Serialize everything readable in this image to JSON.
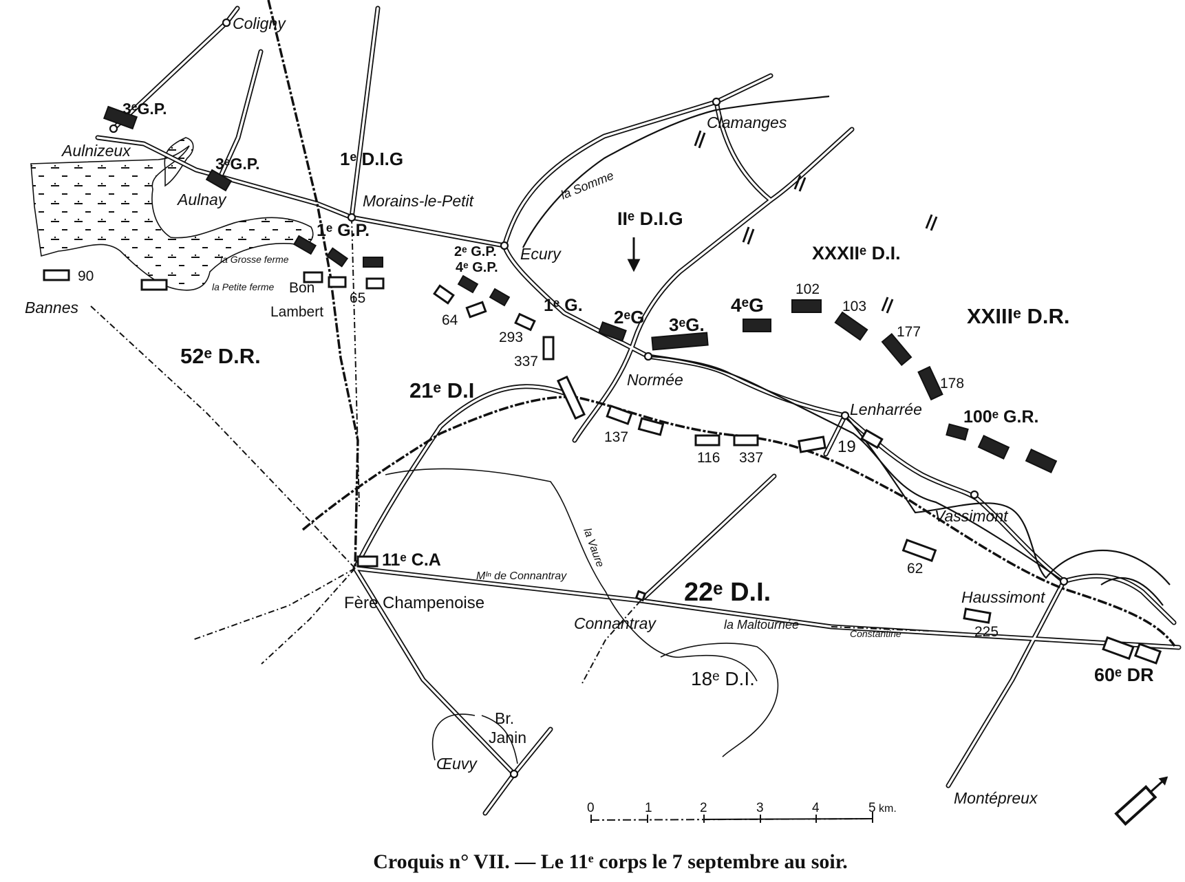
{
  "caption": "Croquis n° VII. — Le 11ᵉ corps le 7 septembre au soir.",
  "places": {
    "coligny": "Coligny",
    "aulnizeux": "Aulnizeux",
    "aulnay": "Aulnay",
    "morains": "Morains-le-Petit",
    "grosse_ferme": "la Grosse ferme",
    "petite_ferme": "la Petite ferme",
    "bon_lambert": "Bon",
    "lambert": "Lambert",
    "bannes": "Bannes",
    "ecury": "Ecury",
    "la_somme": "la Somme",
    "clamanges": "Clamanges",
    "normee": "Normée",
    "lenharree": "Lenharrée",
    "vassimont": "Vassimont",
    "haussimont": "Haussimont",
    "fere": "Fère Champenoise",
    "moulin": "Mᴵⁿ de Connantray",
    "connantray": "Connantray",
    "la_vaure": "la Vaure",
    "maltournee": "la Maltournée",
    "constantine": "Constantine",
    "br": "Br.",
    "janin": "Janin",
    "oeuvy": "Œuvy",
    "montepreux": "Montépreux"
  },
  "units": {
    "gp3_north": "3ᵉG.P.",
    "gp3_aulnay": "3ᵉG.P.",
    "dig1": "1ᵉ D.I.G",
    "gp1": "1ᵉ G.P.",
    "dr52": "52ᵉ D.R.",
    "di21": "21ᵉ D.I",
    "gp2": "2ᵉ G.P.",
    "gp4": "4ᵉ G.P.",
    "g1": "1ᵉ G.",
    "dig11": "IIᵉ D.I.G",
    "di32": "XXXIIᵉ D.I.",
    "g2": "2ᵉG",
    "g3": "3ᵉG.",
    "g4": "4ᵉG",
    "dr23": "XXIIIᵉ D.R.",
    "gr100": "100ᵉ G.R.",
    "ca11": "11ᵉ C.A",
    "di22": "22ᵉ D.I.",
    "di18": "18ᵉ D.I.",
    "dr60": "60ᵉ DR"
  },
  "regiments": {
    "r90": "90",
    "r65": "65",
    "r64": "64",
    "r293": "293",
    "r337a": "337",
    "r102": "102",
    "r103": "103",
    "r177": "177",
    "r178": "178",
    "r137": "137",
    "r116": "116",
    "r337b": "337",
    "r19": "19",
    "r62": "62",
    "r225": "225"
  },
  "scale": {
    "ticks": [
      "0",
      "1",
      "2",
      "3",
      "4",
      "5"
    ],
    "unit": "km."
  }
}
